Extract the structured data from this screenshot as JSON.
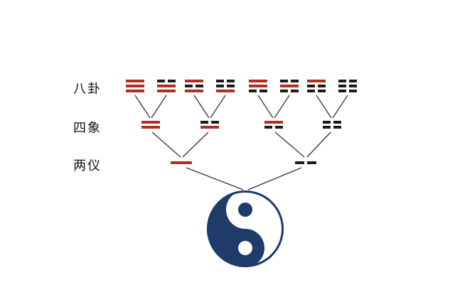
{
  "labels": {
    "bagua": "八卦",
    "sixiang": "四象",
    "liangyi": "两仪"
  },
  "colors": {
    "yang_line": "#b03020",
    "yin_line": "#1c1c1c",
    "connector": "#333333",
    "taiji": "#1d3c6a",
    "taiji_contrast": "#ffffff",
    "background": "#ffffff"
  },
  "trigrams": [
    {
      "name": "qian",
      "lines": [
        "yang",
        "yang",
        "yang"
      ]
    },
    {
      "name": "dui",
      "lines": [
        "yin",
        "yang",
        "yang"
      ]
    },
    {
      "name": "li",
      "lines": [
        "yang",
        "yin",
        "yang"
      ]
    },
    {
      "name": "zhen",
      "lines": [
        "yin",
        "yin",
        "yang"
      ]
    },
    {
      "name": "xun",
      "lines": [
        "yang",
        "yang",
        "yin"
      ]
    },
    {
      "name": "kan",
      "lines": [
        "yin",
        "yang",
        "yin"
      ]
    },
    {
      "name": "gen",
      "lines": [
        "yang",
        "yin",
        "yin"
      ]
    },
    {
      "name": "kun",
      "lines": [
        "yin",
        "yin",
        "yin"
      ]
    }
  ],
  "sixiang": [
    {
      "name": "taiyang",
      "lines": [
        "yang",
        "yang"
      ]
    },
    {
      "name": "shaoyin",
      "lines": [
        "yin",
        "yang"
      ]
    },
    {
      "name": "shaoyang",
      "lines": [
        "yang",
        "yin"
      ]
    },
    {
      "name": "taiyin",
      "lines": [
        "yin",
        "yin"
      ]
    }
  ],
  "liangyi": [
    {
      "name": "yang",
      "lines": [
        "yang"
      ]
    },
    {
      "name": "yin",
      "lines": [
        "yin"
      ]
    }
  ]
}
